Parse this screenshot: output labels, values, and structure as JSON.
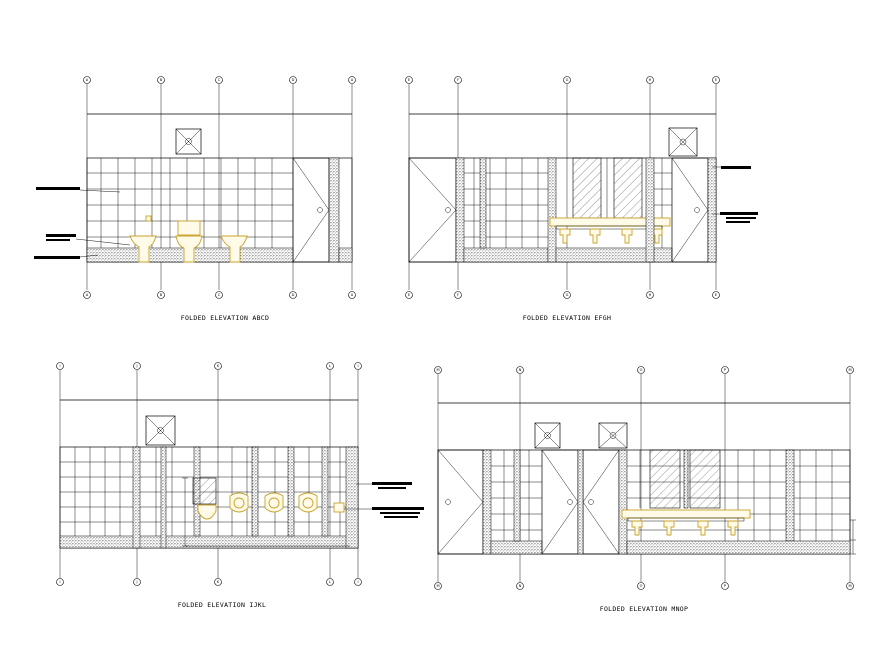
{
  "elevations": [
    {
      "id": "abcd",
      "title": "FOLDED ELEVATION ABCD",
      "grid_labels": [
        "A",
        "B",
        "C",
        "D",
        "A"
      ]
    },
    {
      "id": "efgh",
      "title": "FOLDED ELEVATION EFGH",
      "grid_labels": [
        "E",
        "F",
        "G",
        "H",
        "E"
      ]
    },
    {
      "id": "ijkl",
      "title": "FOLDED ELEVATION IJKL",
      "grid_labels": [
        "I",
        "J",
        "K",
        "L",
        "I"
      ]
    },
    {
      "id": "mnop",
      "title": "FOLDED ELEVATION MNOP",
      "grid_labels": [
        "M",
        "N",
        "O",
        "P",
        "M"
      ]
    }
  ],
  "colors": {
    "line": "#000000",
    "fixture": "#c9a227",
    "background": "#ffffff"
  }
}
